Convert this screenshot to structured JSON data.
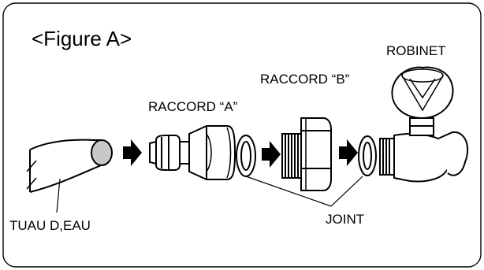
{
  "figure": {
    "title": "<Figure A>",
    "labels": {
      "robinet": "ROBINET",
      "raccord_b": "RACCORD “B”",
      "raccord_a": "RACCORD “A”",
      "tuau": "TUAU D,EAU",
      "joint": "JOINT"
    }
  },
  "colors": {
    "line": "#000000",
    "background": "#ffffff",
    "hose_end": "#c8c8c8"
  }
}
